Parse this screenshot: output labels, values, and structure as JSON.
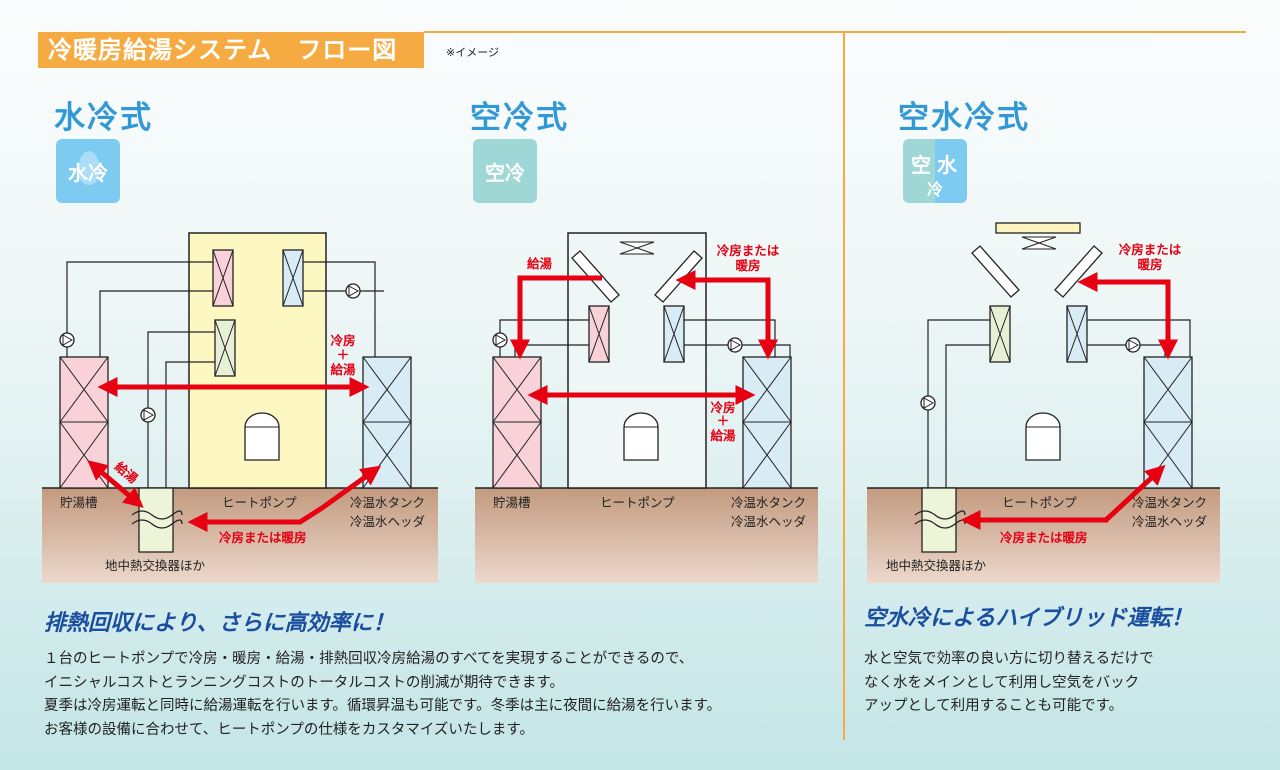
{
  "header": {
    "title": "冷暖房給湯システム　フロー図",
    "note": "※イメージ"
  },
  "colors": {
    "accent": "#f5ab42",
    "title": "#3399d6",
    "arrow": "#e60012",
    "tagline": "#1a4fa0"
  },
  "water": {
    "title": "水冷式",
    "badge": "水冷",
    "labels": {
      "arrow_mid": [
        "冷房",
        "＋",
        "給湯"
      ],
      "arrow_well": "給湯",
      "arrow_bottom": "冷房または暖房",
      "tank_left": "貯湯槽",
      "heat_pump": "ヒートポンプ",
      "tank_right": [
        "冷温水タンク",
        "冷温水ヘッダ"
      ],
      "well": "地中熱交換器ほか"
    }
  },
  "air": {
    "title": "空冷式",
    "badge": "空冷",
    "labels": {
      "arrow_left": "給湯",
      "arrow_right": [
        "冷房または",
        "暖房"
      ],
      "arrow_mid": [
        "冷房",
        "＋",
        "給湯"
      ],
      "tank_left": "貯湯槽",
      "heat_pump": "ヒートポンプ",
      "tank_right": [
        "冷温水タンク",
        "冷温水ヘッダ"
      ]
    }
  },
  "hybrid": {
    "title": "空水冷式",
    "badge": {
      "air": "空",
      "water": "水",
      "cool": "冷"
    },
    "labels": {
      "arrow_top": [
        "冷房または",
        "暖房"
      ],
      "arrow_bottom": "冷房または暖房",
      "heat_pump": "ヒートポンプ",
      "tank_right": [
        "冷温水タンク",
        "冷温水ヘッダ"
      ],
      "well": "地中熱交換器ほか"
    }
  },
  "left_text": {
    "tagline": "排熱回収により、さらに高効率に！",
    "lines": [
      "１台のヒートポンプで冷房・暖房・給湯・排熱回収冷房給湯のすべてを実現することができるので、",
      "イニシャルコストとランニングコストのトータルコストの削減が期待できます。",
      "夏季は冷房運転と同時に給湯運転を行います。循環昇温も可能です。冬季は主に夜間に給湯を行います。",
      "お客様の設備に合わせて、ヒートポンプの仕様をカスタマイズいたします。"
    ]
  },
  "right_text": {
    "tagline": "空水冷によるハイブリッド運転！",
    "lines": [
      "水と空気で効率の良い方に切り替えるだけで",
      "なく水をメインとして利用し空気をバック",
      "アップとして利用することも可能です。"
    ]
  }
}
